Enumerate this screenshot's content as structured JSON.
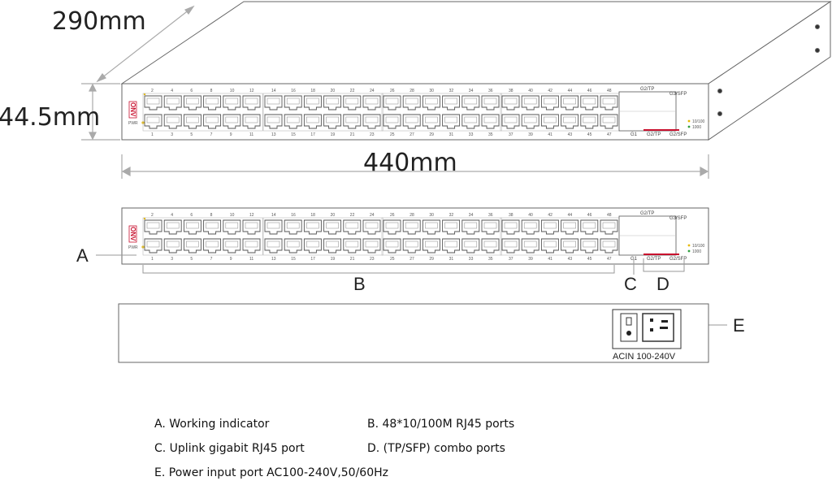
{
  "dimensions": {
    "depth": "290mm",
    "height": "44.5mm",
    "width": "440mm"
  },
  "callouts": {
    "a": "A",
    "b": "B",
    "c": "C",
    "d": "D",
    "e": "E"
  },
  "front_panel": {
    "brand": "ONV",
    "power_label": "PWR",
    "top_port_numbers": [
      "2",
      "4",
      "6",
      "8",
      "10",
      "12",
      "14",
      "16",
      "18",
      "20",
      "22",
      "24",
      "26",
      "28",
      "30",
      "32",
      "34",
      "36",
      "38",
      "40",
      "42",
      "44",
      "46",
      "48"
    ],
    "bottom_port_numbers": [
      "1",
      "3",
      "5",
      "7",
      "9",
      "11",
      "13",
      "15",
      "17",
      "19",
      "21",
      "23",
      "25",
      "27",
      "29",
      "31",
      "33",
      "35",
      "37",
      "39",
      "41",
      "43",
      "45",
      "47"
    ],
    "uplink_label": "G1",
    "combo_labels": [
      "G2/TP",
      "G3/SFP",
      "G2/TP",
      "G2/SFP"
    ],
    "speed_labels": [
      "10/100",
      "1000"
    ]
  },
  "rear_panel": {
    "power_label": "ACIN 100-240V"
  },
  "legend": [
    {
      "text": "A. Working indicator"
    },
    {
      "text": "B. 48*10/100M RJ45 ports"
    },
    {
      "text": "C. Uplink gigabit RJ45 port"
    },
    {
      "text": "D. (TP/SFP) combo ports"
    },
    {
      "text": "E.  Power input port AC100-240V,50/60Hz"
    }
  ],
  "colors": {
    "line": "#555555",
    "accent_red": "#c8102e",
    "indicator_yellow": "#e6b800",
    "indicator_green": "#2e9e3e"
  }
}
